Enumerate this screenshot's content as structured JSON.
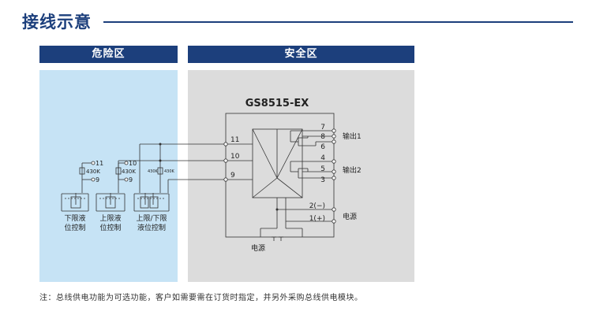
{
  "title": "接线示意",
  "zones": {
    "danger": "危险区",
    "safe": "安全区"
  },
  "device": {
    "model": "GS8515-EX",
    "input_terminals": [
      "11",
      "10",
      "9"
    ],
    "output1_terminals": [
      "7",
      "8",
      "6"
    ],
    "output2_terminals": [
      "4",
      "5",
      "3"
    ],
    "output1_label": "输出1",
    "output2_label": "输出2",
    "power_terminals": [
      "2(−)",
      "1(+)"
    ],
    "power_label": "电源",
    "bus_power_label": "电源"
  },
  "sensors": [
    {
      "pins": [
        "11",
        "9"
      ],
      "resistor": "430K",
      "caption": [
        "下限液",
        "位控制"
      ]
    },
    {
      "pins": [
        "10",
        "9"
      ],
      "resistor": "430K",
      "caption": [
        "上限液",
        "位控制"
      ]
    },
    {
      "pins": [
        "430K",
        "430K"
      ],
      "caption": [
        "上限/下限",
        "液位控制"
      ]
    }
  ],
  "note": "注：总线供电功能为可选功能，客户如需要需在订货时指定，并另外采购总线供电模块。"
}
